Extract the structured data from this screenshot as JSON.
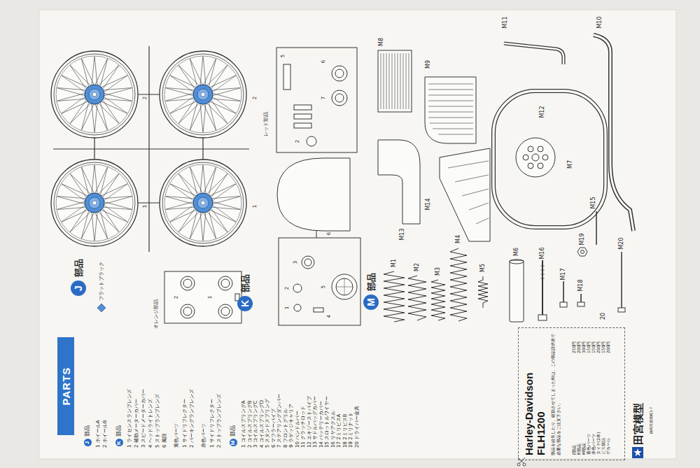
{
  "diagram": {
    "nodes": [
      {
        "text": [
          "PARTS"
        ]
      },
      {
        "text": [
          "J"
        ]
      },
      {
        "text": [
          "K"
        ]
      },
      {
        "text": [
          "M"
        ]
      },
      {
        "text": [
          "J"
        ]
      },
      {
        "text": [
          "K"
        ]
      },
      {
        "text": [
          "M"
        ]
      },
      {
        "text": [
          "Harley-Davidson FLH1200",
          "部品を紛失したり、破損させてしまった時は、この部品請求表で必要な部品をご注文下さい。"
        ]
      }
    ],
    "labels": [
      "部品",
      "フラットブラック",
      "オレンジ部品",
      "部品",
      "レッド部品",
      "部品",
      "2",
      "1",
      "2",
      "1",
      "2",
      "1",
      "6",
      "5",
      "3",
      "2",
      "1",
      "4",
      "5",
      "6",
      "7",
      "2",
      "M1",
      "M2",
      "M3",
      "M4",
      "M5",
      "M6",
      "M7",
      "M8",
      "M9",
      "M10",
      "M11",
      "M12",
      "M13",
      "M14",
      "M15",
      "M16",
      "M17",
      "M18",
      "M19",
      "M20",
      "20",
      "部品",
      "1 ホイールA",
      "2 ホイールB",
      "部品",
      "1 ライセンスランプレンズ",
      "2 補助メーターカバー",
      "3 スピードメーターカバー",
      "4 ヘッドライトレンズ",
      "5 ストップランプレンズ",
      "6 風防",
      "黄色パーツ",
      "1 サイドリフレクター",
      "2 パーキングランプレンズ",
      "赤色パーツ",
      "1 サイドリフレクター",
      "2 ストップランプレンズ",
      "部品",
      "1 コイルスプリングA",
      "2 コイルスプリングB",
      "3 コイルスプリングC",
      "4 コイルスプリングD",
      "5 スタンドスプリング",
      "6 マフラーパイプ",
      "7 ステアリングダンパー",
      "8 フロントグリル",
      "9 ラゲッジキャリア",
      "10 ハンドルバー",
      "11 クラッチロッド",
      "12 エキゾーストパイプ",
      "13 サドルバッグカバー",
      "14 バッテリーカバー",
      "15 スロットルワイヤー",
      "16 リヤアクスル",
      "17 2ミリビスA",
      "18 2ミリビスB",
      "19 2ミリナット",
      "20 ドライバー金具",
      "J部品",
      "250円",
      "K部品",
      "200円",
      "M部品",
      "300円",
      "黄色パーツ",
      "150円",
      "赤色パーツ",
      "150円",
      "タイヤ(2本)",
      "200円",
      "ビス袋詰",
      "150円",
      "デカール",
      "200円",
      "田宮模型",
      "静岡市恩田町3-7"
    ]
  }
}
